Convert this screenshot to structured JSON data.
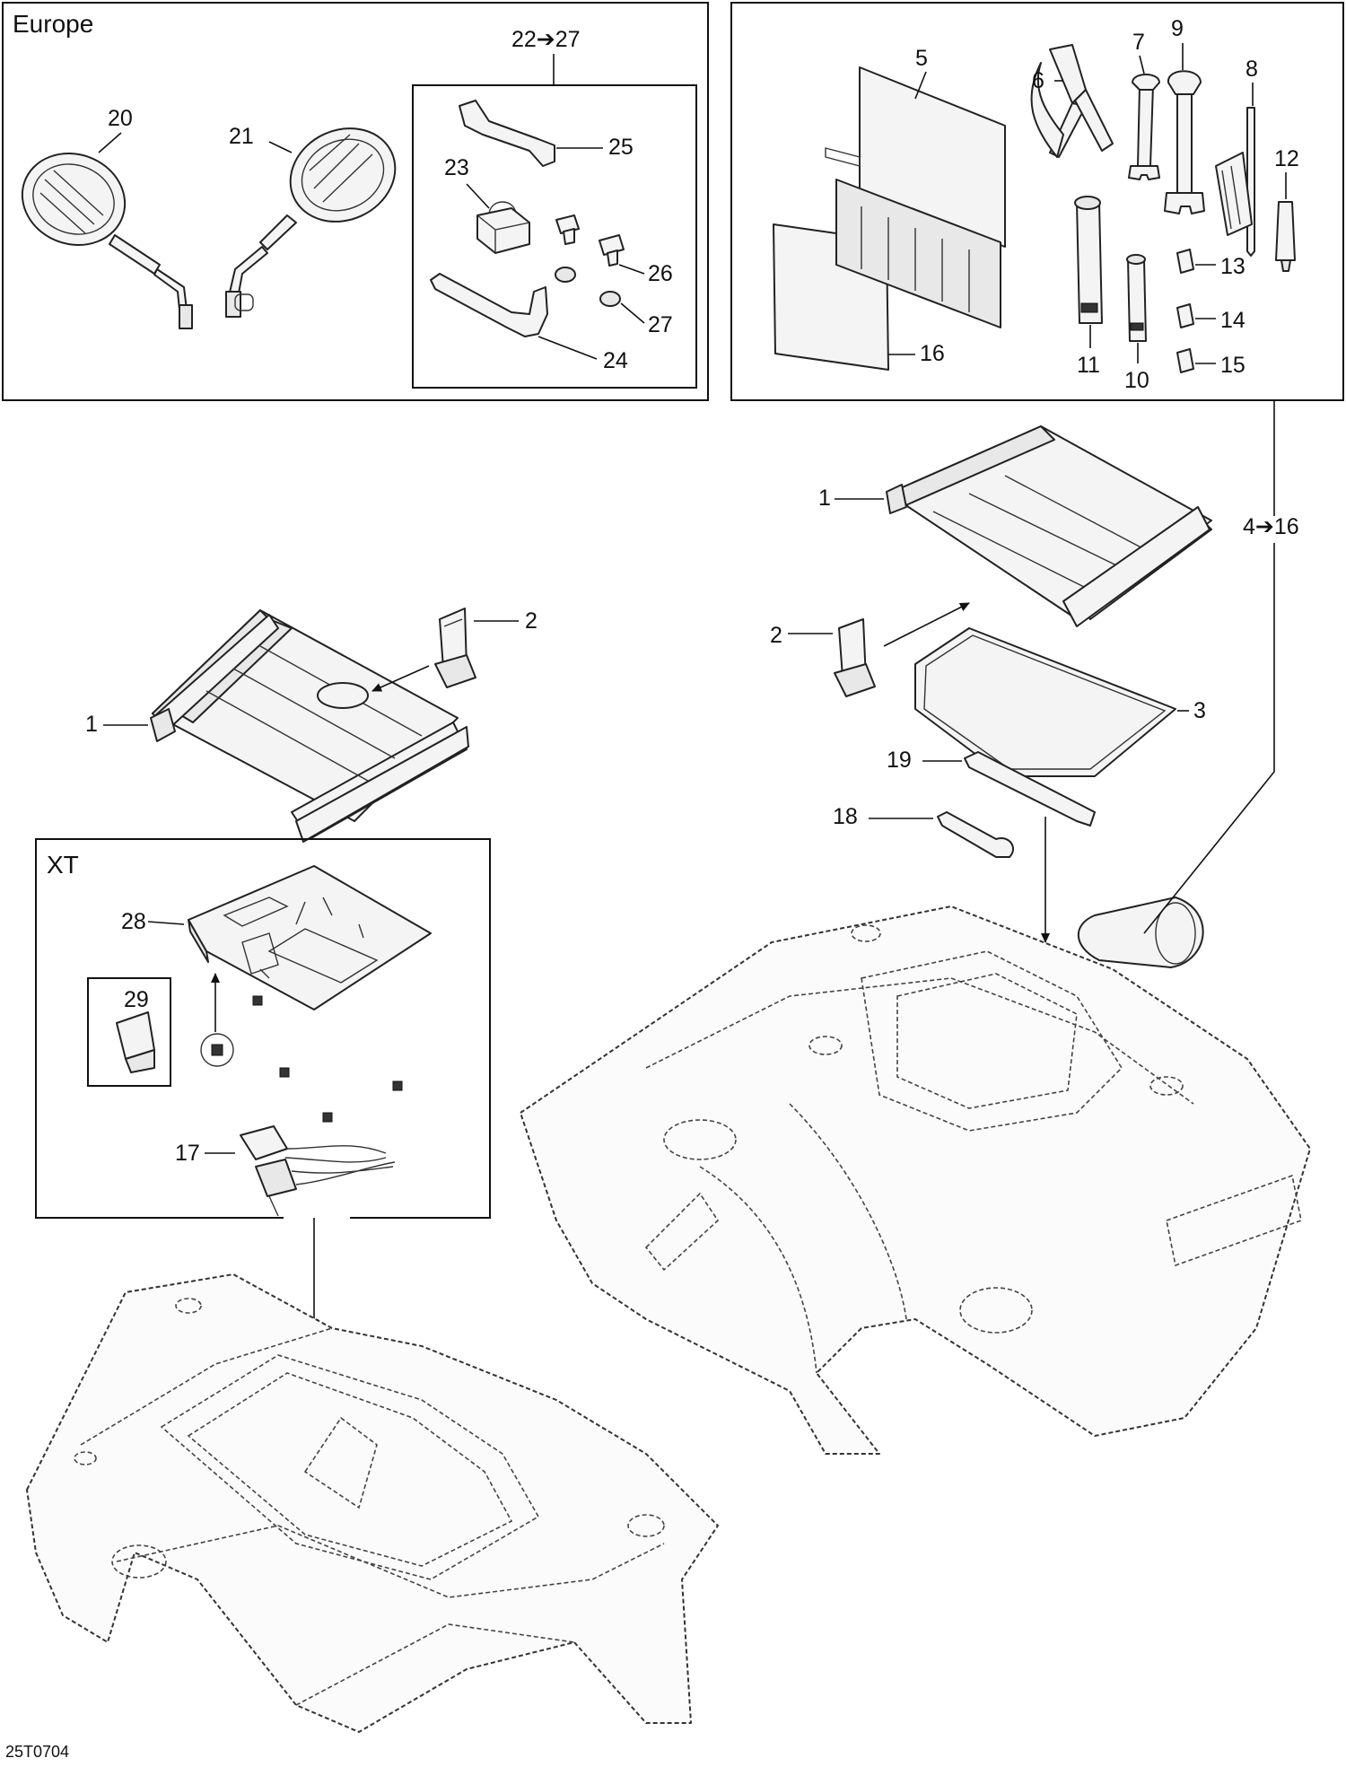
{
  "diagram_code": "25T0704",
  "groups": {
    "europe": {
      "title": "Europe",
      "range": "22➔27"
    },
    "toolkit": {
      "range": "4➔16"
    },
    "xt": {
      "title": "XT"
    }
  },
  "callouts": {
    "c1a": "1",
    "c1b": "1",
    "c2a": "2",
    "c2b": "2",
    "c3": "3",
    "c5": "5",
    "c6": "6",
    "c7": "7",
    "c8": "8",
    "c9": "9",
    "c10": "10",
    "c11": "11",
    "c12": "12",
    "c13": "13",
    "c14": "14",
    "c15": "15",
    "c16": "16",
    "c17": "17",
    "c18": "18",
    "c19": "19",
    "c20": "20",
    "c21": "21",
    "c23": "23",
    "c24": "24",
    "c25": "25",
    "c26": "26",
    "c27": "27",
    "c28": "28",
    "c29": "29"
  }
}
